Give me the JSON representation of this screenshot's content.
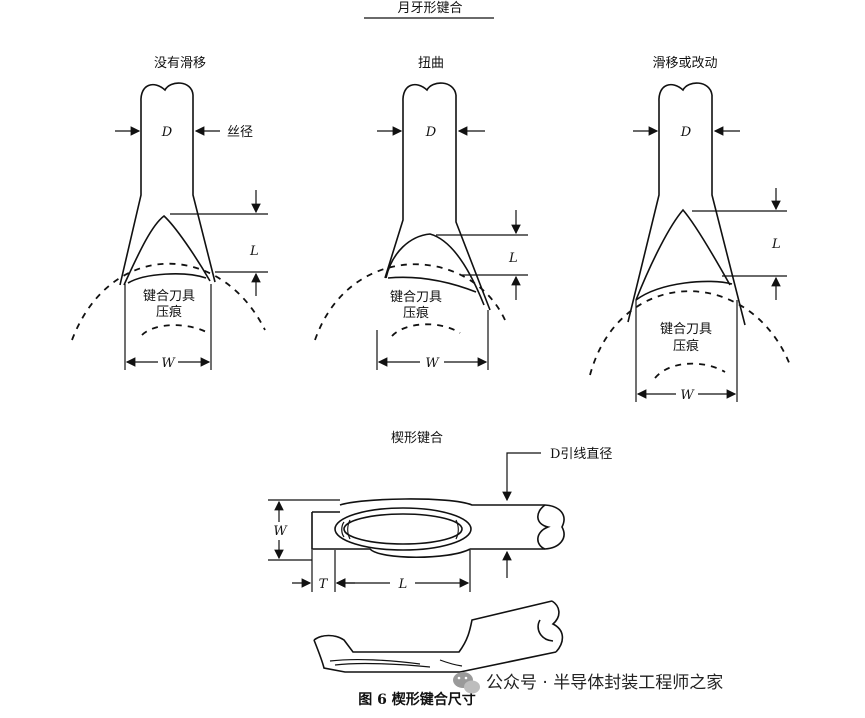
{
  "header": {
    "title": "月牙形键合"
  },
  "panels": [
    {
      "title": "没有滑移",
      "d_label": "D",
      "wire_dia_label": "丝径",
      "l_label": "L",
      "mark_line1": "键合刀具",
      "mark_line2": "压痕",
      "w_label": "W"
    },
    {
      "title": "扭曲",
      "d_label": "D",
      "l_label": "L",
      "mark_line1": "键合刀具",
      "mark_line2": "压痕",
      "w_label": "W"
    },
    {
      "title": "滑移或改动",
      "d_label": "D",
      "l_label": "L",
      "mark_line1": "键合刀具",
      "mark_line2": "压痕",
      "w_label": "W"
    }
  ],
  "wedge": {
    "title": "楔形键合",
    "d_label": "D引线直径",
    "w_label": "W",
    "t_label": "T",
    "l_label": "L"
  },
  "caption": "图 6  楔形键合尺寸",
  "watermark": {
    "text": "公众号 · 半导体封装工程师之家",
    "icon": "wechat-icon"
  }
}
